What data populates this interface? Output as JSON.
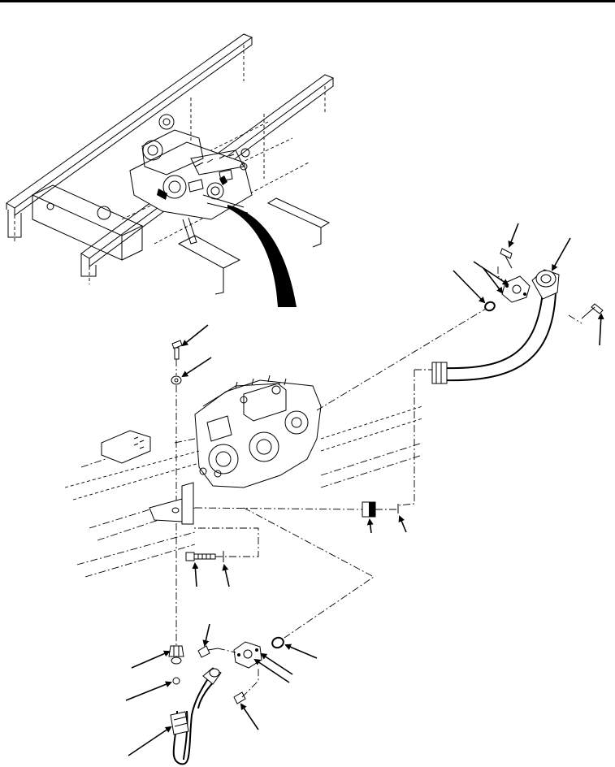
{
  "figure": {
    "kind": "exploded technical illustration",
    "callout_count": 18,
    "colors": {
      "ink": "#000000",
      "paper": "#ffffff"
    },
    "parts": [
      "top-rule",
      "chassis-frame-overview",
      "detail-swoosh",
      "hydraulic-pump",
      "upper-hose-assembly",
      "flange-and-capscrews",
      "fitting-and-elbow",
      "bracket-and-bolt",
      "lower-hose-assembly"
    ]
  }
}
